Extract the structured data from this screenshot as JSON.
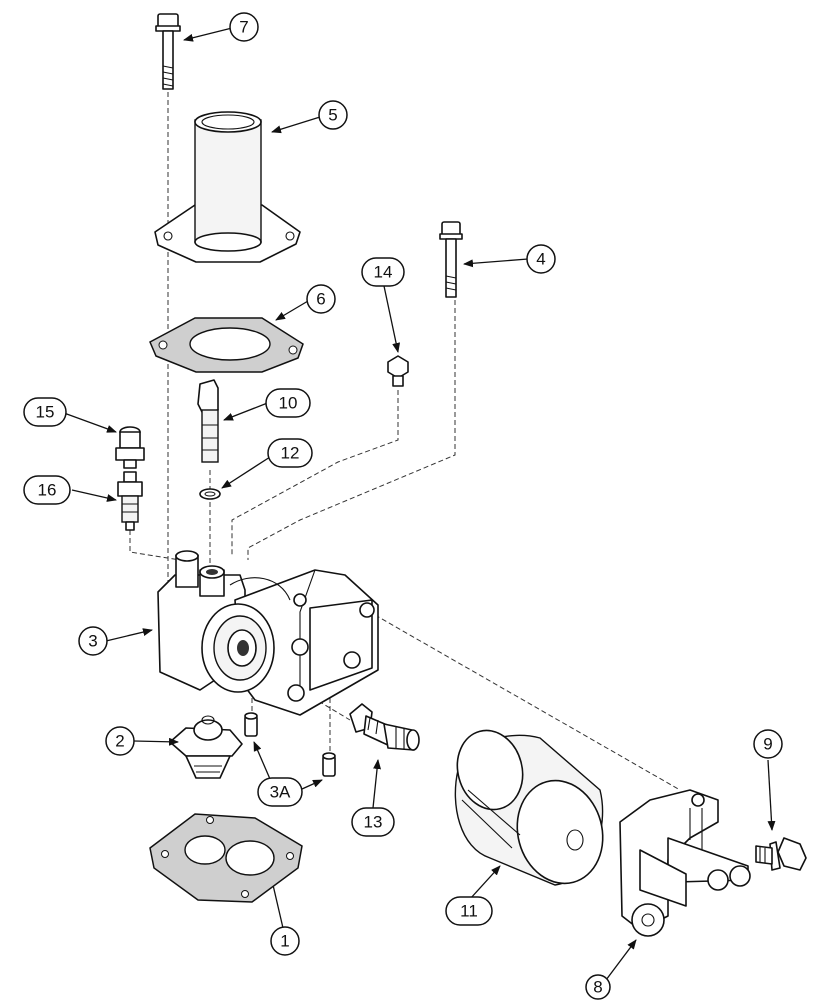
{
  "diagram": {
    "callouts": [
      {
        "id": "c1",
        "label": "1"
      },
      {
        "id": "c2",
        "label": "2"
      },
      {
        "id": "c3",
        "label": "3"
      },
      {
        "id": "c3a",
        "label": "3A"
      },
      {
        "id": "c4",
        "label": "4"
      },
      {
        "id": "c5",
        "label": "5"
      },
      {
        "id": "c6",
        "label": "6"
      },
      {
        "id": "c7",
        "label": "7"
      },
      {
        "id": "c8",
        "label": "8"
      },
      {
        "id": "c9",
        "label": "9"
      },
      {
        "id": "c10",
        "label": "10"
      },
      {
        "id": "c11",
        "label": "11"
      },
      {
        "id": "c12",
        "label": "12"
      },
      {
        "id": "c13",
        "label": "13"
      },
      {
        "id": "c14",
        "label": "14"
      },
      {
        "id": "c15",
        "label": "15"
      },
      {
        "id": "c16",
        "label": "16"
      }
    ]
  }
}
